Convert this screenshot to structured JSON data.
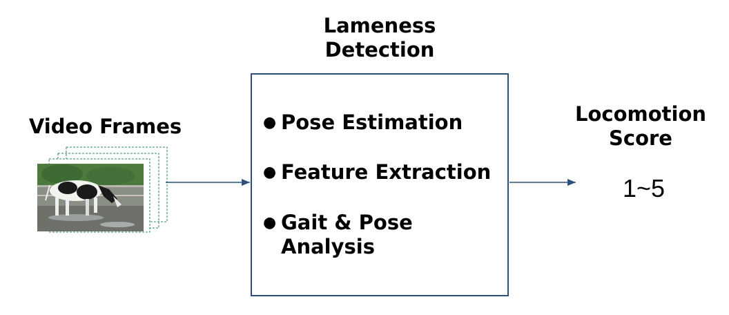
{
  "title": {
    "line1": "Lameness",
    "line2": "Detection"
  },
  "input": {
    "label": "Video Frames"
  },
  "steps": [
    {
      "label": "Pose Estimation"
    },
    {
      "label": "Feature Extraction"
    },
    {
      "label_line1": "Gait & Pose",
      "label_line2": "Analysis"
    }
  ],
  "output": {
    "label_line1": "Locomotion",
    "label_line2": "Score",
    "value": "1~5"
  },
  "colors": {
    "box_border": "#2c4f7c",
    "arrow": "#2c4f7c",
    "frame_border": "#2e8b57"
  }
}
